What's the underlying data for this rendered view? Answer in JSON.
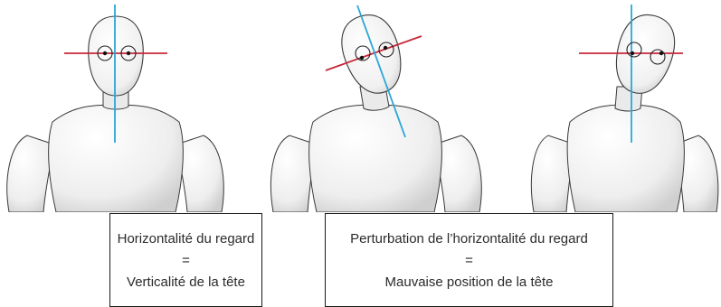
{
  "captions": {
    "left": {
      "line1": "Horizontalité du regard",
      "equals": "=",
      "line3": "Verticalité de la tête"
    },
    "right": {
      "line1": "Perturbation de l’horizontalité du regard",
      "equals": "=",
      "line3": "Mauvaise position de la tête"
    }
  },
  "figures": [
    {
      "id": "figure-upright",
      "head_tilt": "none",
      "head_axis_color": "#2aa7d6",
      "gaze_line_color": "#c8283a"
    },
    {
      "id": "figure-tilted-left",
      "head_tilt": "tilted",
      "head_axis_color": "#2aa7d6",
      "gaze_line_color": "#c8283a"
    },
    {
      "id": "figure-tilted-right",
      "head_tilt": "tilted",
      "head_axis_color": "#2aa7d6",
      "gaze_line_color": "#c8283a"
    }
  ],
  "colors": {
    "mannequin_fill": "#f4f4f4",
    "mannequin_shade": "#d9d9d9",
    "outline": "#3a3a3a",
    "head_axis": "#2aa7d6",
    "gaze_line": "#c8283a"
  }
}
